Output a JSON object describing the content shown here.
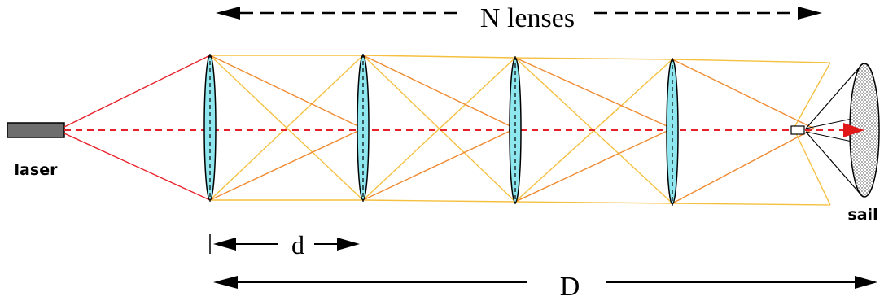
{
  "labels": {
    "top": "N lenses",
    "laser": "laser",
    "sail": "sail",
    "spacing": "d",
    "total": "D"
  },
  "colors": {
    "laser_beam": "#e8202a",
    "beam_orange": "#f08a30",
    "beam_yellow": "#f5c040",
    "lens_fill": "#8ee6ee",
    "laser_body": "#6e6e6e",
    "arrow_red": "#e01818"
  },
  "lens_count": 4
}
